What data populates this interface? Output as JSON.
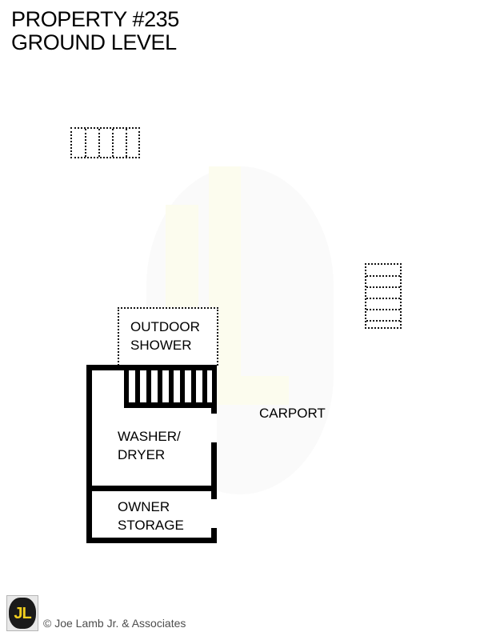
{
  "header": {
    "line1": "PROPERTY #235",
    "line2": "GROUND LEVEL"
  },
  "plan": {
    "rooms": [
      {
        "id": "outdoor-shower",
        "label_line1": "OUTDOOR",
        "label_line2": "SHOWER",
        "outline": "dashed"
      },
      {
        "id": "washer-dryer",
        "label_line1": "WASHER/",
        "label_line2": "DRYER",
        "outline": "solid"
      },
      {
        "id": "owner-storage",
        "label_line1": "OWNER",
        "label_line2": "STORAGE",
        "outline": "solid"
      }
    ],
    "open_areas": [
      {
        "id": "carport",
        "label": "CARPORT"
      }
    ],
    "features": [
      {
        "id": "top-deck",
        "name": "dotted-deck-steps",
        "rails": 4
      },
      {
        "id": "right-steps",
        "name": "dotted-exterior-steps",
        "treads": 5
      },
      {
        "id": "stair-run",
        "name": "interior-stair-run",
        "treads": 8
      },
      {
        "id": "door-washer-dryer",
        "name": "door-opening"
      },
      {
        "id": "door-owner-storage",
        "name": "door-opening"
      }
    ]
  },
  "watermark": {
    "monogram": "JL"
  },
  "footer": {
    "logo_text": "JL",
    "copyright": "© Joe Lamb Jr. & Associates"
  },
  "colors": {
    "wall": "#000000",
    "paper": "#ffffff",
    "watermark_oval": "#fafafa",
    "watermark_letter": "#fcfcee",
    "logo_yellow": "#f2cf1f",
    "logo_black": "#1a1a1a",
    "copyright_gray": "#4d4d4d"
  }
}
